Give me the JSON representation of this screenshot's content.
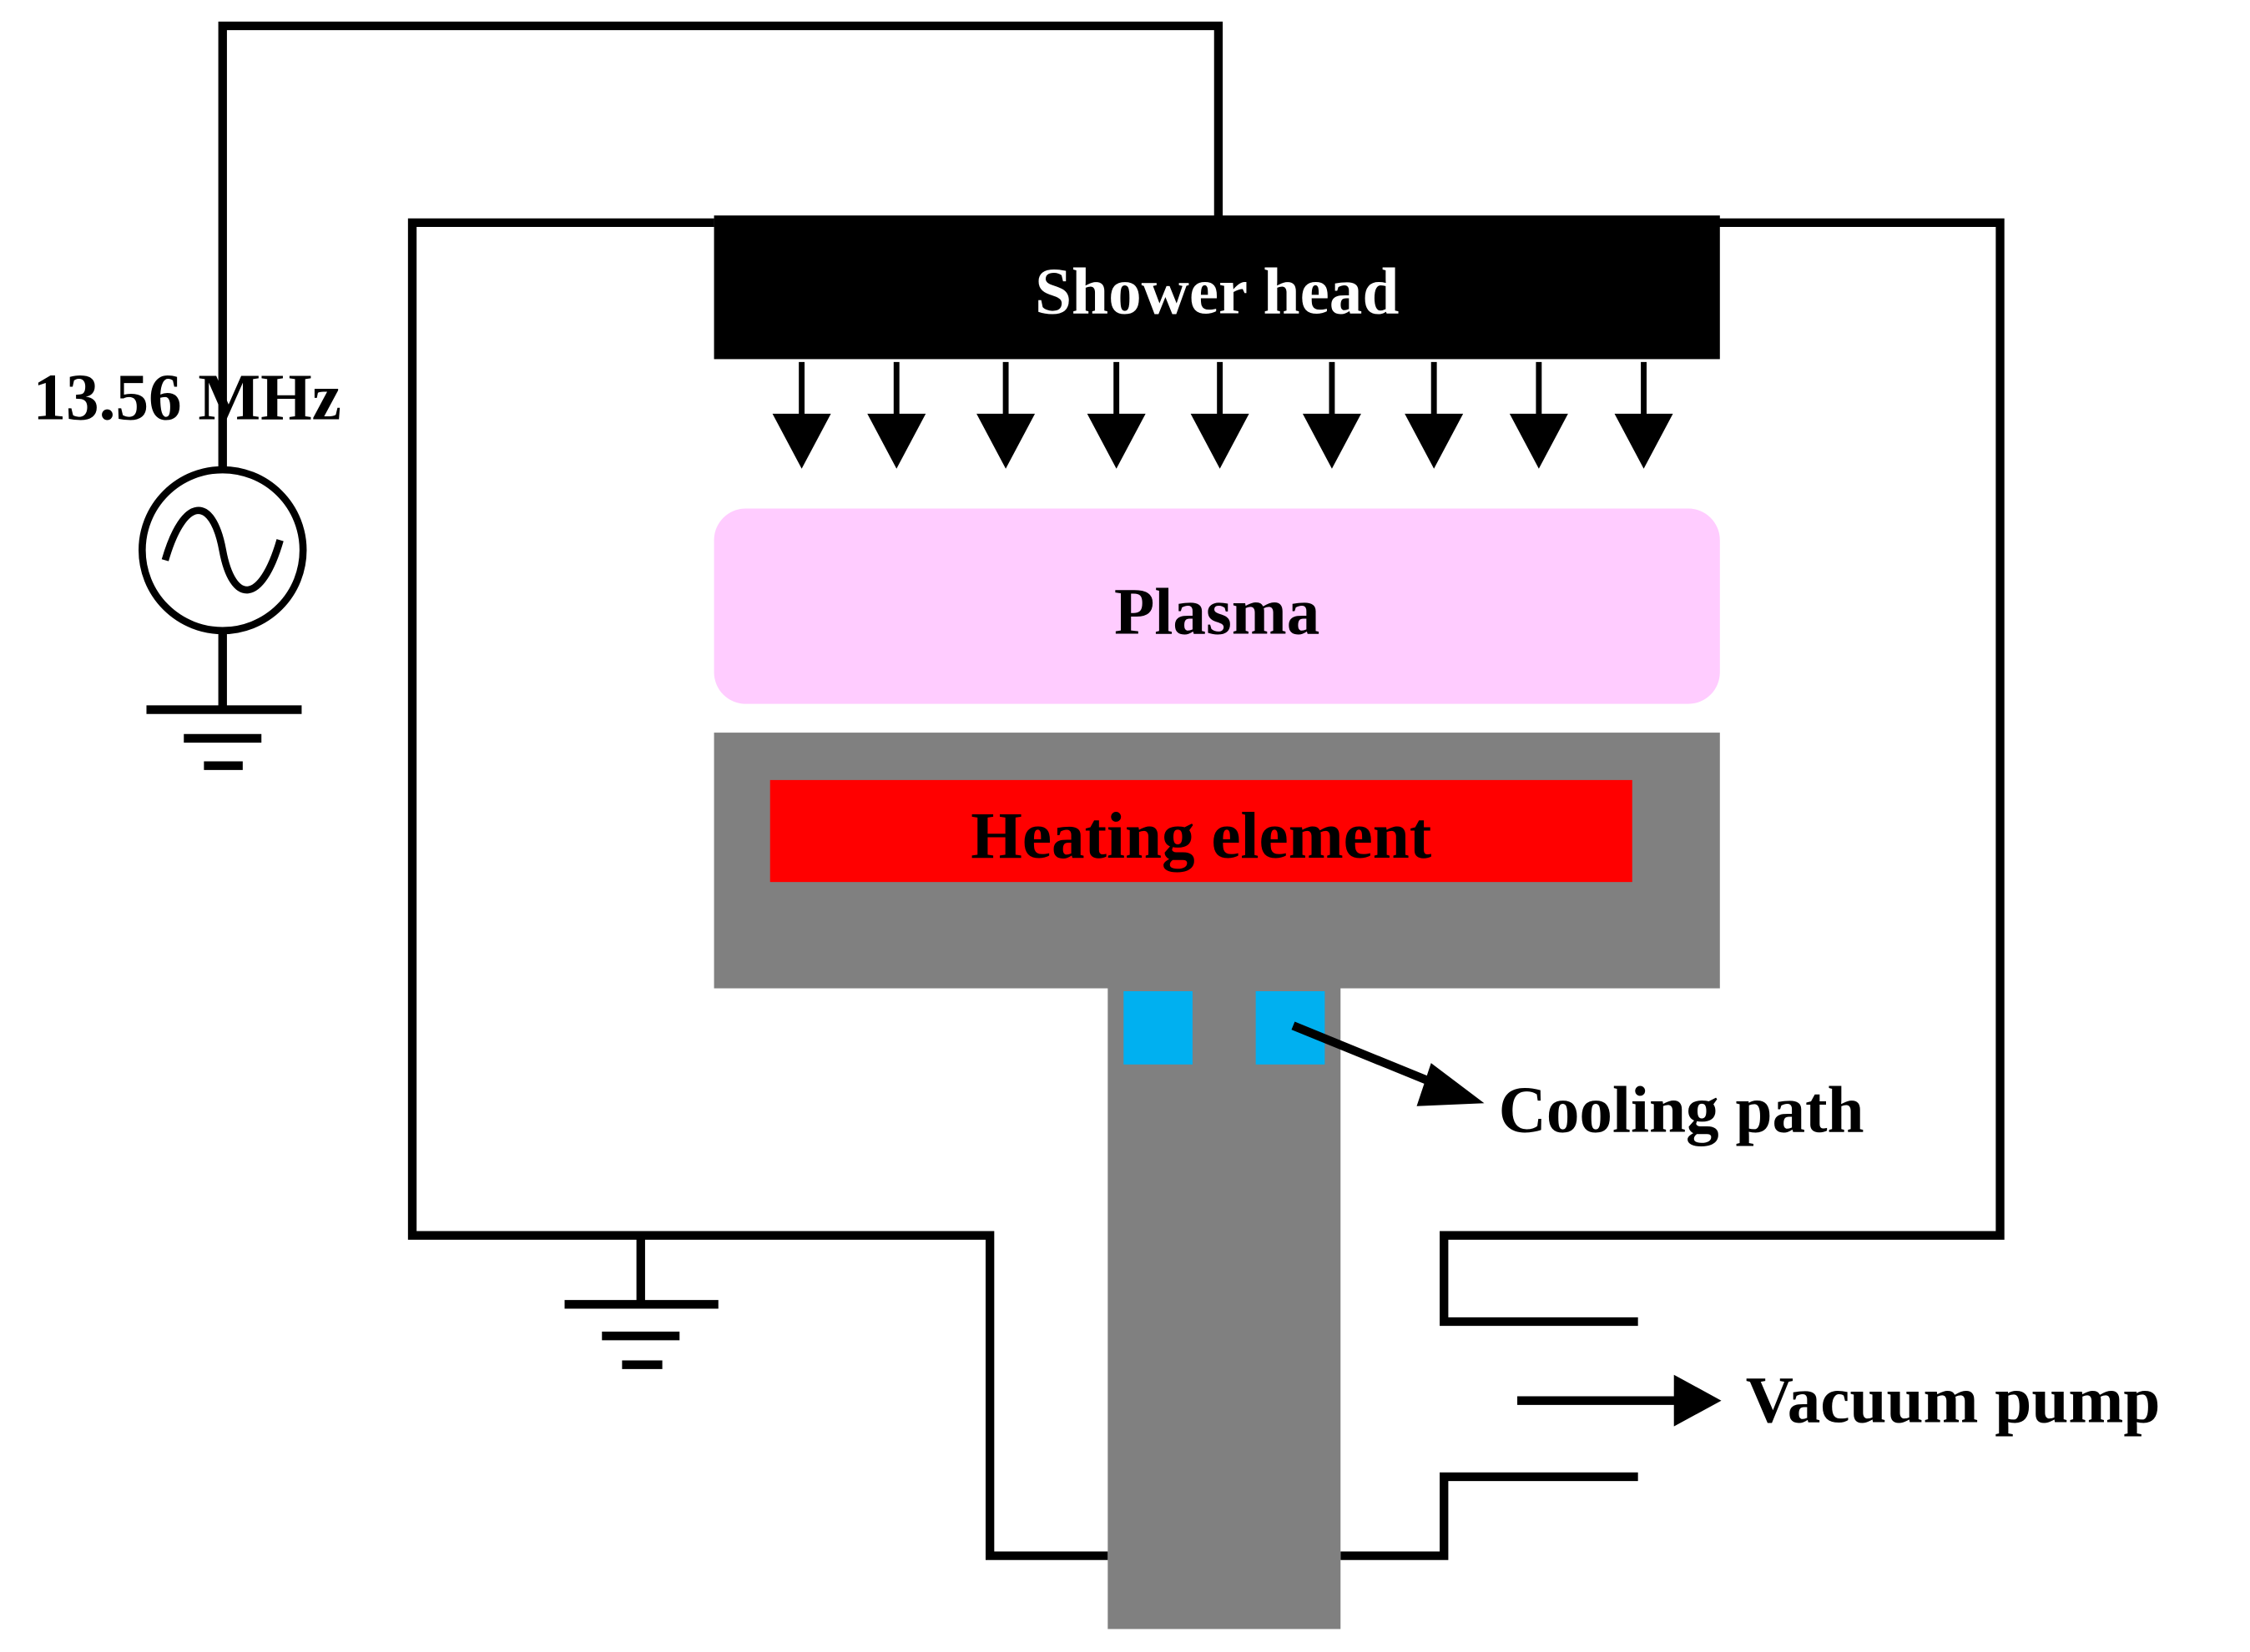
{
  "labels": {
    "shower_head": "Shower head",
    "plasma": "Plasma",
    "heating_element": "Heating element",
    "cooling_path": "Cooling path",
    "vacuum_pump": "Vacuum pump",
    "rf_frequency": "13.56 MHz"
  },
  "colors": {
    "shower_head": "#000000",
    "plasma": "#ffccff",
    "heater_block": "#808080",
    "heating_element": "#ff0000",
    "cooling_path": "#00b0f0",
    "wire": "#000000"
  },
  "icons": [
    "ac-source-icon",
    "ground-icon"
  ]
}
